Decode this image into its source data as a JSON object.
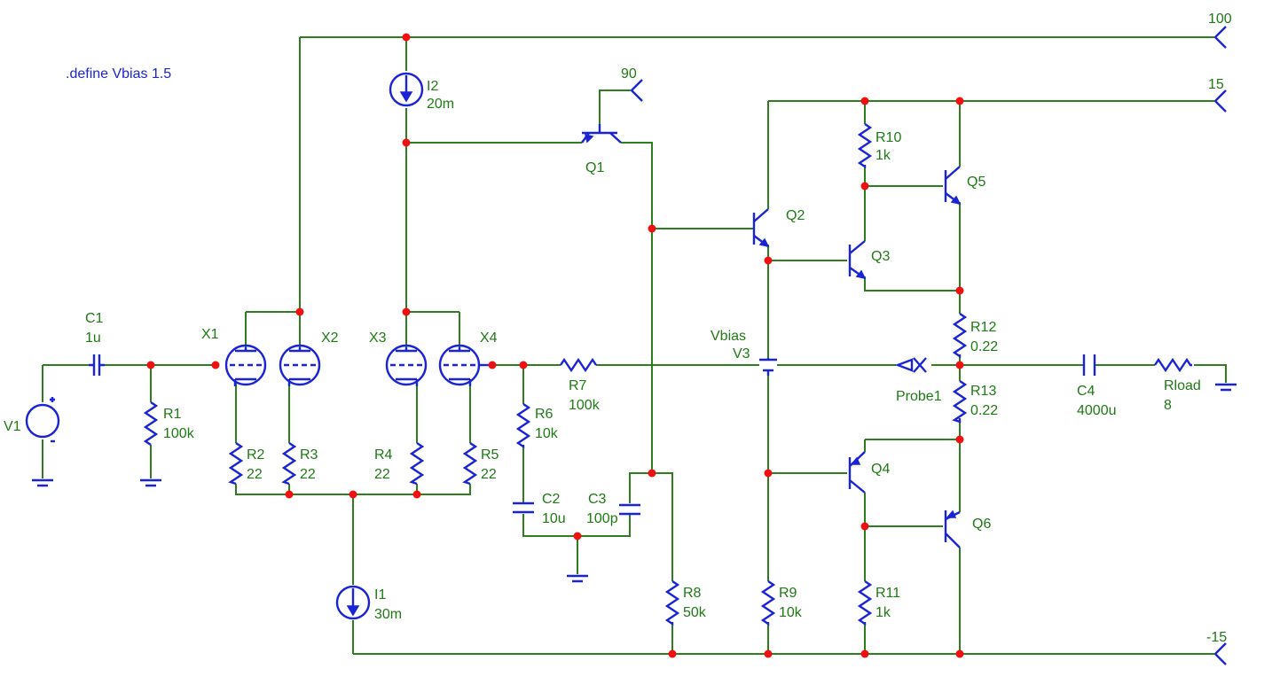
{
  "directive": ".define Vbias 1.5",
  "rails": {
    "hv": "100",
    "hv90": "90",
    "pos": "15",
    "neg": "-15"
  },
  "labels": {
    "V1": "V1",
    "C1": "C1",
    "C1v": "1u",
    "R1": "R1",
    "R1v": "100k",
    "X1": "X1",
    "X2": "X2",
    "X3": "X3",
    "X4": "X4",
    "R2": "R2",
    "R2v": "22",
    "R3": "R3",
    "R3v": "22",
    "R4": "R4",
    "R4v": "22",
    "R5": "R5",
    "R5v": "22",
    "I1": "I1",
    "I1v": "30m",
    "I2": "I2",
    "I2v": "20m",
    "Q1": "Q1",
    "Q2": "Q2",
    "Q3": "Q3",
    "Q4": "Q4",
    "Q5": "Q5",
    "Q6": "Q6",
    "R6": "R6",
    "R6v": "10k",
    "R7": "R7",
    "R7v": "100k",
    "C2": "C2",
    "C2v": "10u",
    "C3": "C3",
    "C3v": "100p",
    "R8": "R8",
    "R8v": "50k",
    "R9": "R9",
    "R9v": "10k",
    "R10": "R10",
    "R10v": "1k",
    "R11": "R11",
    "R11v": "1k",
    "R12": "R12",
    "R12v": "0.22",
    "R13": "R13",
    "R13v": "0.22",
    "Vbias": "Vbias",
    "V3": "V3",
    "Probe": "Probe1",
    "C4": "C4",
    "C4v": "4000u",
    "Rload": "Rload",
    "Rloadv": "8"
  },
  "colors": {
    "wire": "#2e7d1e",
    "component": "#1a24d6",
    "junction": "#ee1111",
    "label": "#1d7a14"
  }
}
